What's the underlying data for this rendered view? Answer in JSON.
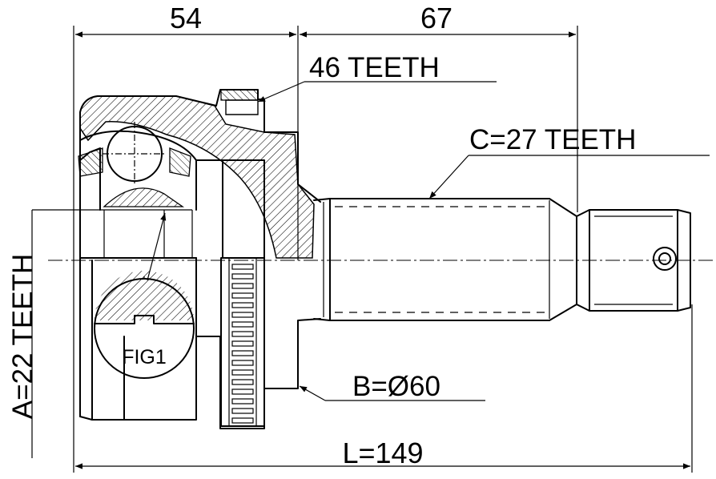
{
  "diagram": {
    "dimensions": {
      "top_left": "54",
      "top_right": "67",
      "overall": "L=149"
    },
    "callouts": {
      "ring_gear": "46 TEETH",
      "shaft_spline": "C=27 TEETH",
      "abs_ring": "B=Ø60",
      "inner_spline": "A=22 TEETH",
      "detail": "FIG1"
    }
  }
}
